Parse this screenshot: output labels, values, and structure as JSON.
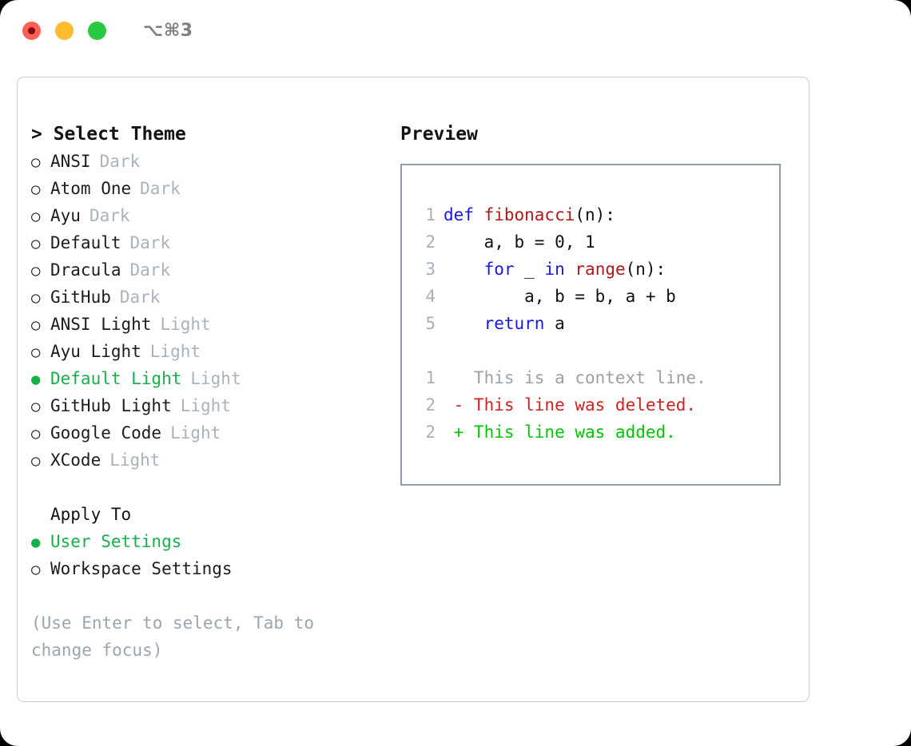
{
  "window": {
    "title": "⌥⌘3",
    "traffic_lights": [
      {
        "name": "close",
        "color": "#ff5f57"
      },
      {
        "name": "minimize",
        "color": "#febc2e"
      },
      {
        "name": "maximize",
        "color": "#28c840"
      }
    ]
  },
  "theme_picker": {
    "header": "> Select Theme",
    "marker_unselected": "○",
    "marker_selected": "●",
    "items": [
      {
        "label": "ANSI",
        "badge": "Dark",
        "selected": false
      },
      {
        "label": "Atom One",
        "badge": "Dark",
        "selected": false
      },
      {
        "label": "Ayu",
        "badge": "Dark",
        "selected": false
      },
      {
        "label": "Default",
        "badge": "Dark",
        "selected": false
      },
      {
        "label": "Dracula",
        "badge": "Dark",
        "selected": false
      },
      {
        "label": "GitHub",
        "badge": "Dark",
        "selected": false
      },
      {
        "label": "ANSI Light",
        "badge": "Light",
        "selected": false
      },
      {
        "label": "Ayu Light",
        "badge": "Light",
        "selected": false
      },
      {
        "label": "Default Light",
        "badge": "Light",
        "selected": true
      },
      {
        "label": "GitHub Light",
        "badge": "Light",
        "selected": false
      },
      {
        "label": "Google Code",
        "badge": "Light",
        "selected": false
      },
      {
        "label": "XCode",
        "badge": "Light",
        "selected": false
      }
    ]
  },
  "apply_to": {
    "header": "Apply To",
    "items": [
      {
        "label": "User Settings",
        "selected": true
      },
      {
        "label": "Workspace Settings",
        "selected": false
      }
    ]
  },
  "hint": "(Use Enter to select, Tab to change focus)",
  "preview": {
    "title": "Preview",
    "code_lines": [
      {
        "num": "1",
        "tokens": [
          {
            "t": "def ",
            "k": "kw"
          },
          {
            "t": "fibonacci",
            "k": "fn"
          },
          {
            "t": "(n):",
            "k": "plain"
          }
        ]
      },
      {
        "num": "2",
        "tokens": [
          {
            "t": "    a, b = 0, 1",
            "k": "plain"
          }
        ]
      },
      {
        "num": "3",
        "tokens": [
          {
            "t": "    ",
            "k": "plain"
          },
          {
            "t": "for",
            "k": "kw"
          },
          {
            "t": " _ ",
            "k": "plain"
          },
          {
            "t": "in",
            "k": "kw"
          },
          {
            "t": " ",
            "k": "plain"
          },
          {
            "t": "range",
            "k": "fn"
          },
          {
            "t": "(n):",
            "k": "plain"
          }
        ]
      },
      {
        "num": "4",
        "tokens": [
          {
            "t": "        a, b = b, a + b",
            "k": "plain"
          }
        ]
      },
      {
        "num": "5",
        "tokens": [
          {
            "t": "    ",
            "k": "plain"
          },
          {
            "t": "return",
            "k": "kw"
          },
          {
            "t": " a",
            "k": "plain"
          }
        ]
      }
    ],
    "diff_lines": [
      {
        "num": "1",
        "sign": " ",
        "text": "This is a context line.",
        "kind": "ctx"
      },
      {
        "num": "2",
        "sign": "-",
        "text": "This line was deleted.",
        "kind": "del"
      },
      {
        "num": "2",
        "sign": "+",
        "text": "This line was added.",
        "kind": "add"
      }
    ]
  },
  "colors": {
    "accent_green": "#16b04b",
    "badge_gray": "#a9b2bd",
    "hint_gray": "#9aa5b2",
    "keyword_blue": "#1818e8",
    "function_red": "#b01818",
    "diff_deleted": "#cc2222",
    "diff_added": "#06c406",
    "panel_border": "#c8cdd4",
    "preview_border": "#919daa"
  }
}
